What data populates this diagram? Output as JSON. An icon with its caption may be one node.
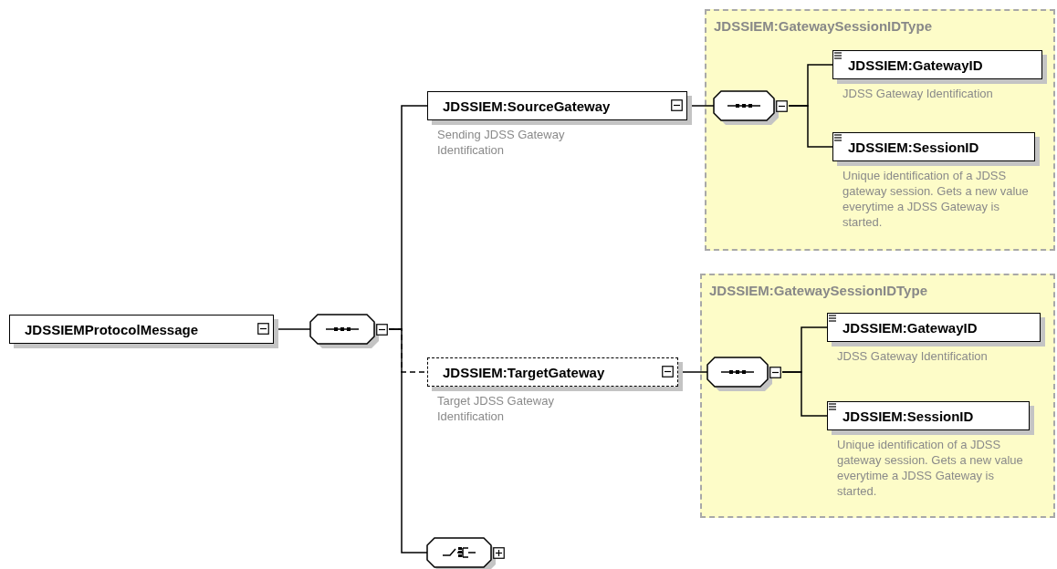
{
  "diagram": {
    "nodes": [
      {
        "text": [
          "JDSSIEMProtocolMessage"
        ]
      },
      {
        "text": [],
        "shape": "octagon"
      },
      {
        "text": [
          "JDSSIEM:SourceGateway"
        ],
        "beside": [
          "Sending JDSS Gateway Identification"
        ]
      },
      {
        "text": [
          "JDSSIEM:GatewaySessionIDType"
        ]
      },
      {
        "text": [],
        "shape": "octagon",
        "in": 3
      },
      {
        "text": [
          "JDSSIEM:GatewayID"
        ],
        "beside": [
          "JDSS Gateway Identification"
        ],
        "in": 3
      },
      {
        "text": [
          "JDSSIEM:SessionID"
        ],
        "beside": [
          "Unique identification of a JDSS gateway session. Gets a new value everytime a JDSS Gateway is started."
        ],
        "in": 3
      },
      {
        "text": [
          "JDSSIEM:TargetGateway"
        ],
        "beside": [
          "Target JDSS Gateway Identification"
        ]
      },
      {
        "text": [
          "JDSSIEM:GatewaySessionIDType"
        ]
      },
      {
        "text": [],
        "shape": "octagon",
        "in": 8
      },
      {
        "text": [
          "JDSSIEM:GatewayID"
        ],
        "beside": [
          "JDSS Gateway Identification"
        ],
        "in": 8
      },
      {
        "text": [
          "JDSSIEM:SessionID"
        ],
        "beside": [
          "Unique identification of a JDSS gateway session. Gets a new value everytime a JDSS Gateway is started."
        ],
        "in": 8
      },
      {
        "text": [],
        "shape": "octagon"
      }
    ],
    "edges": [
      {
        "from": 0,
        "to": 1,
        "arrow": "none"
      },
      {
        "from": 1,
        "to": 2,
        "arrow": "none"
      },
      {
        "from": 1,
        "to": 7,
        "arrow": "none",
        "style": "dashed"
      },
      {
        "from": 1,
        "to": 12,
        "arrow": "none"
      },
      {
        "from": 2,
        "to": 4,
        "arrow": "none"
      },
      {
        "from": 4,
        "to": 5,
        "arrow": "none"
      },
      {
        "from": 4,
        "to": 6,
        "arrow": "none"
      },
      {
        "from": 7,
        "to": 9,
        "arrow": "none"
      },
      {
        "from": 9,
        "to": 10,
        "arrow": "none"
      },
      {
        "from": 9,
        "to": 11,
        "arrow": "none"
      }
    ]
  }
}
